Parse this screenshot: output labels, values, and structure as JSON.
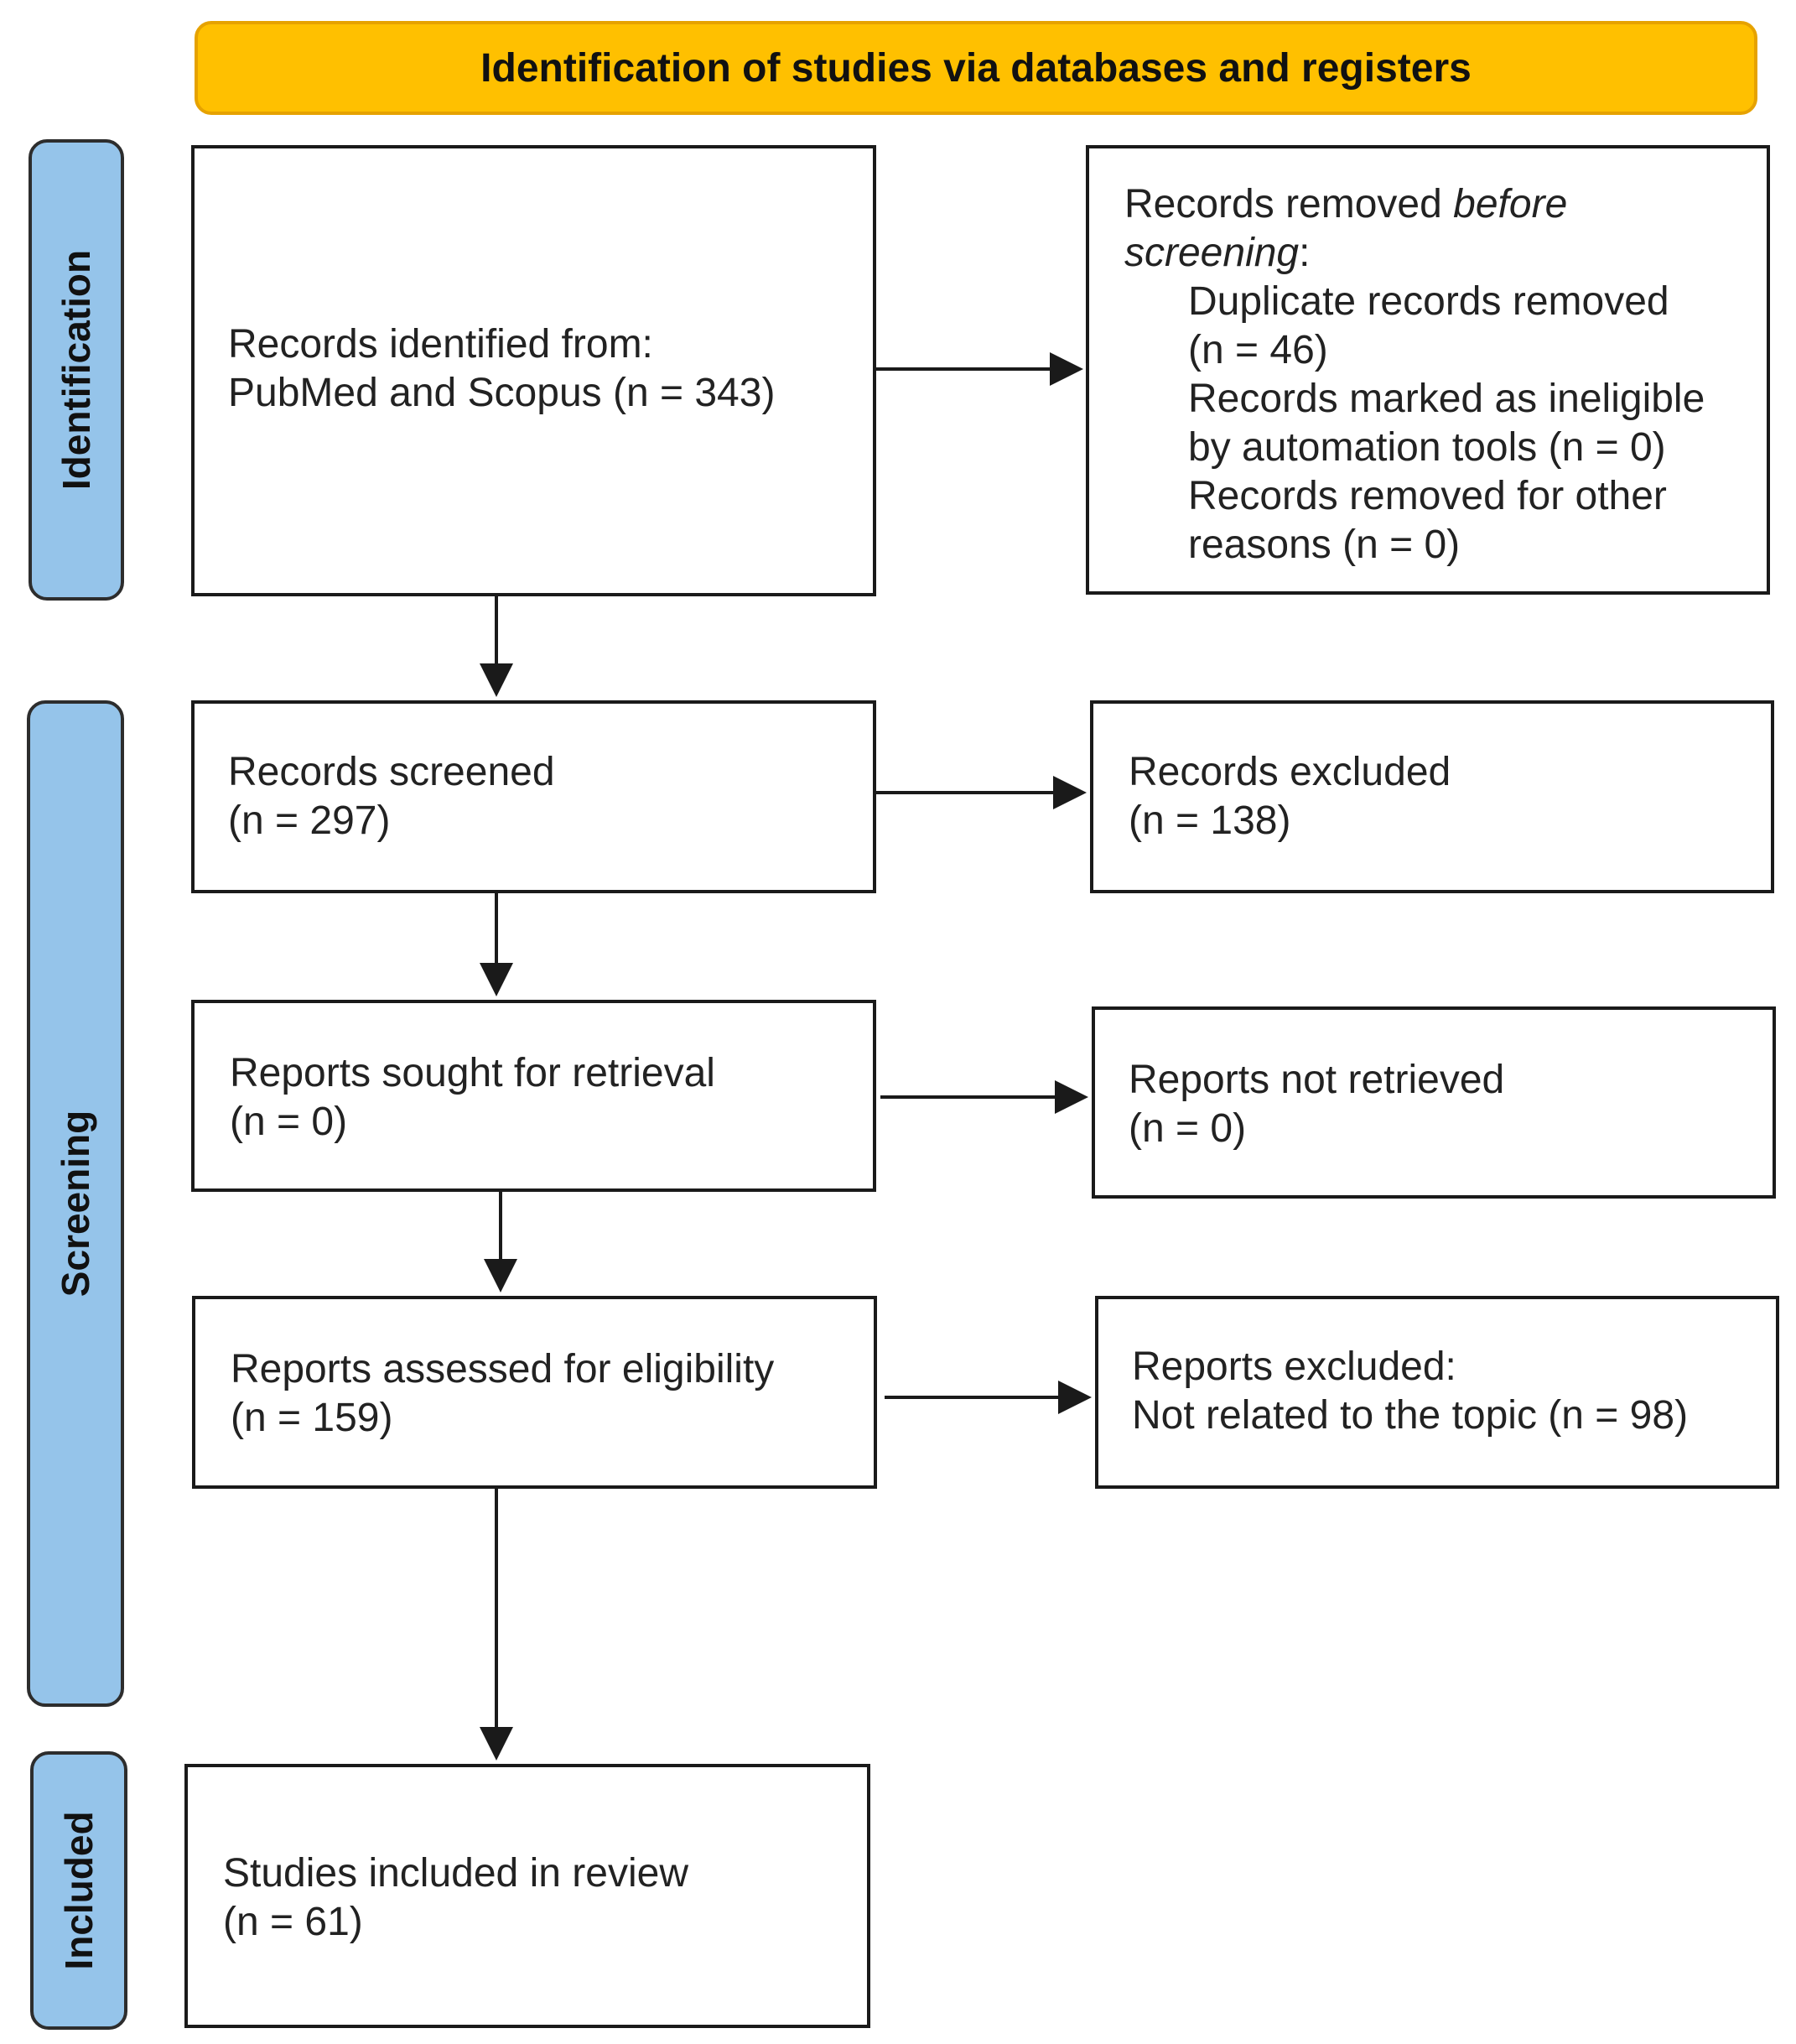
{
  "header": {
    "title": "Identification of studies via databases and registers"
  },
  "phases": {
    "identification": "Identification",
    "screening": "Screening",
    "included": "Included"
  },
  "boxes": {
    "records_identified": {
      "line1": "Records identified from:",
      "line2": "PubMed and Scopus (n = 343)"
    },
    "records_removed": {
      "prefix": "Records removed ",
      "italic_before": "before",
      "italic_screening": "screening",
      "colon": ":",
      "duplicate": "Duplicate records removed",
      "duplicate_n": "(n = 46)",
      "ineligible": "Records marked as ineligible",
      "ineligible_n": "by automation tools (n = 0)",
      "other": "Records removed for other",
      "other_n": "reasons (n = 0)"
    },
    "records_screened": {
      "line1": "Records screened",
      "line2": "(n = 297)"
    },
    "records_excluded": {
      "line1": "Records excluded",
      "line2": "(n = 138)"
    },
    "reports_sought": {
      "line1": "Reports sought for retrieval",
      "line2": "(n = 0)"
    },
    "reports_not_retrieved": {
      "line1": "Reports not retrieved",
      "line2": "(n = 0)"
    },
    "reports_assessed": {
      "line1": "Reports assessed for eligibility",
      "line2": "(n = 159)"
    },
    "reports_excluded": {
      "line1": "Reports excluded:",
      "line2": "Not related to the topic (n = 98)"
    },
    "studies_included": {
      "line1": "Studies included in review",
      "line2": "(n = 61)"
    }
  },
  "colors": {
    "header_fill": "#ffc000",
    "phase_fill": "#95c4ea",
    "line": "#1a1a1a"
  }
}
